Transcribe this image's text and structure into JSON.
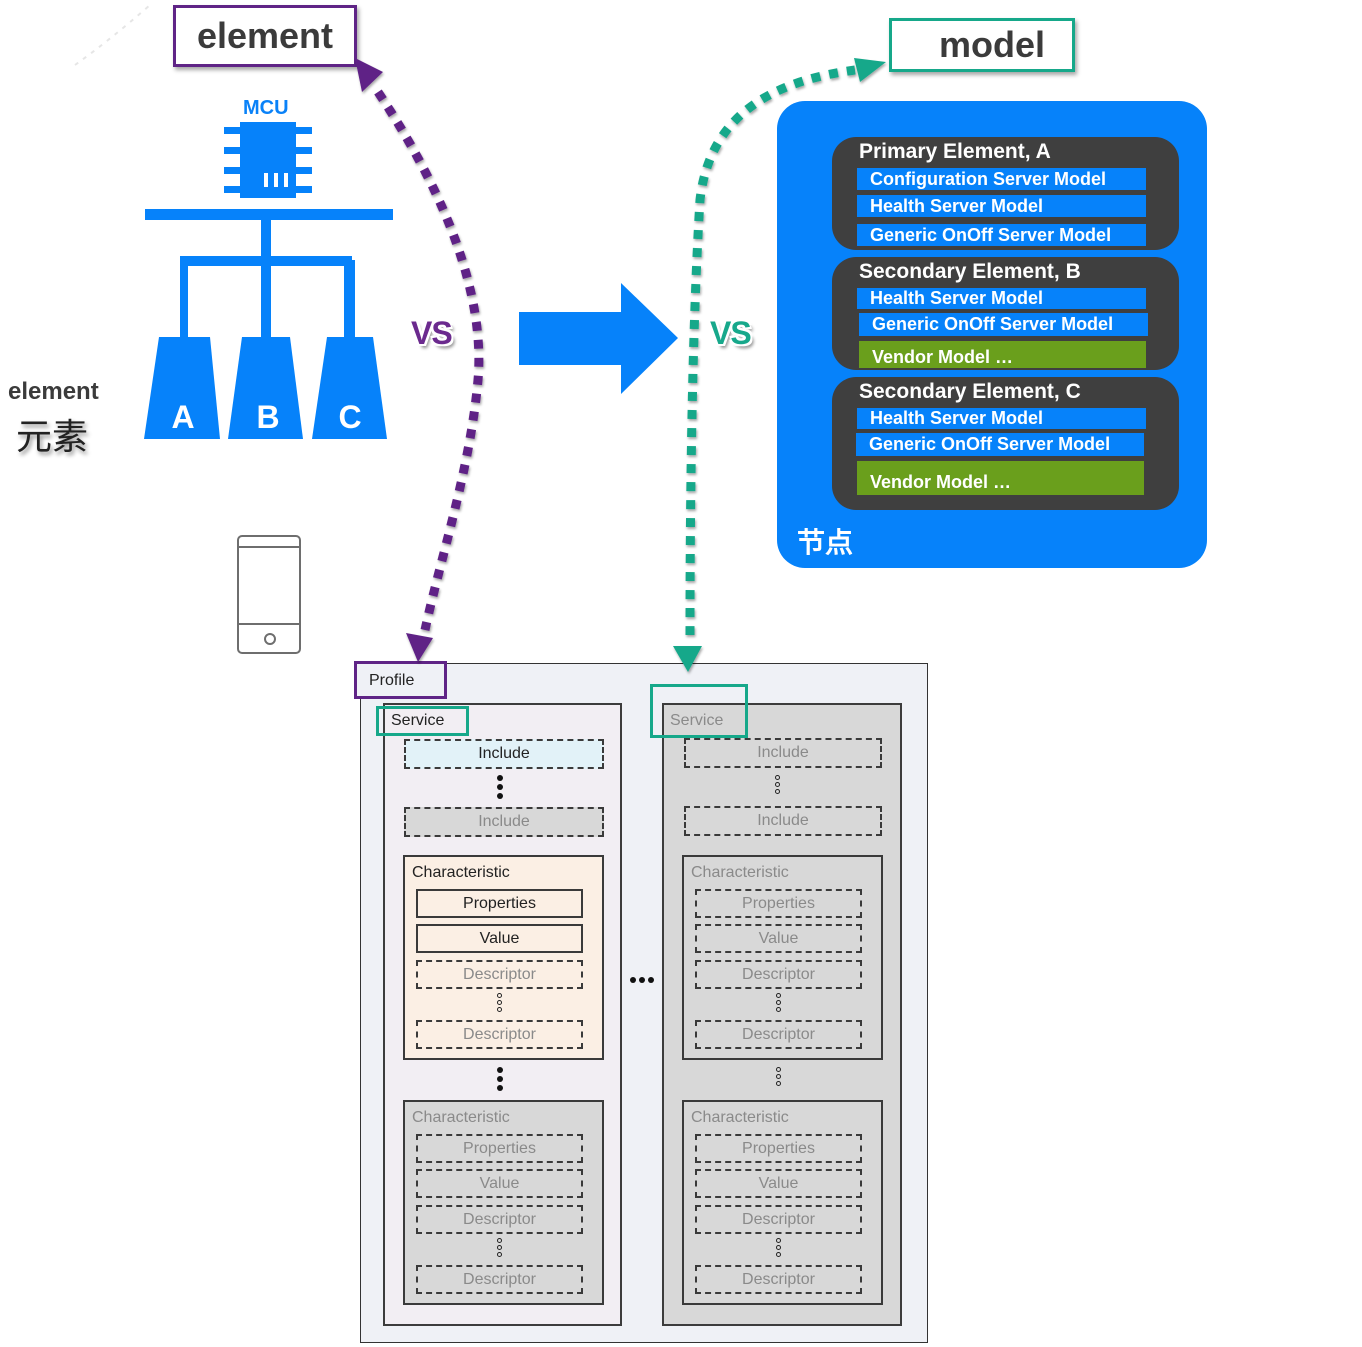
{
  "titles": {
    "element": "element",
    "model": "model"
  },
  "mcu": {
    "label": "MCU",
    "chip_marks": "III"
  },
  "element_side": {
    "label": "element",
    "label_cn": "元素"
  },
  "element_blocks": [
    "A",
    "B",
    "C"
  ],
  "vs_left": "VS",
  "vs_right": "VS",
  "colors": {
    "brand_blue": "#0682fa",
    "element_purple": "#5f2486",
    "model_teal": "#16a88a",
    "group_dark": "#3f3f3f",
    "vendor_green": "#6a9f1c"
  },
  "node": {
    "label_cn": "节点",
    "groups": [
      {
        "title": "Primary Element, A",
        "models": [
          {
            "name": "Configuration Server Model",
            "kind": "sig"
          },
          {
            "name": "Health Server Model",
            "kind": "sig"
          },
          {
            "name": "Generic OnOff Server Model",
            "kind": "sig"
          }
        ]
      },
      {
        "title": "Secondary Element, B",
        "models": [
          {
            "name": "Health Server Model",
            "kind": "sig"
          },
          {
            "name": "Generic OnOff Server Model",
            "kind": "sig"
          },
          {
            "name": "Vendor  Model …",
            "kind": "vendor"
          }
        ]
      },
      {
        "title": "Secondary Element, C",
        "models": [
          {
            "name": "Health Server Model",
            "kind": "sig"
          },
          {
            "name": "Generic OnOff Server Model",
            "kind": "sig"
          },
          {
            "name": "Vendor  Model …",
            "kind": "vendor"
          }
        ]
      }
    ]
  },
  "profile": {
    "label": "Profile",
    "services": [
      {
        "label": "Service",
        "active": true,
        "includes": [
          "Include",
          "Include"
        ],
        "characteristics": [
          {
            "label": "Characteristic",
            "properties": "Properties",
            "value": "Value",
            "descriptors": [
              "Descriptor",
              "Descriptor"
            ]
          },
          {
            "label": "Characteristic",
            "properties": "Properties",
            "value": "Value",
            "descriptors": [
              "Descriptor",
              "Descriptor"
            ]
          }
        ]
      },
      {
        "label": "Service",
        "active": false,
        "includes": [
          "Include",
          "Include"
        ],
        "characteristics": [
          {
            "label": "Characteristic",
            "properties": "Properties",
            "value": "Value",
            "descriptors": [
              "Descriptor",
              "Descriptor"
            ]
          },
          {
            "label": "Characteristic",
            "properties": "Properties",
            "value": "Value",
            "descriptors": [
              "Descriptor",
              "Descriptor"
            ]
          }
        ]
      }
    ]
  }
}
